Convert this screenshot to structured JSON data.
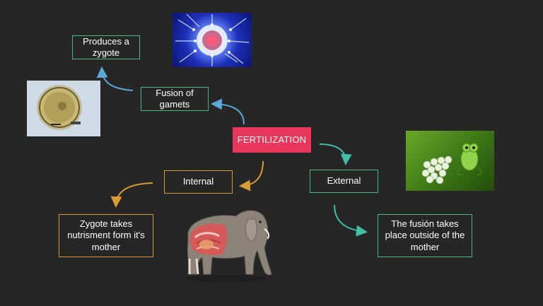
{
  "center": {
    "label": "FERTILIZATION"
  },
  "boxes": {
    "produces_zygote": "Produces a zygote",
    "fusion_gamets": "Fusion of gamets",
    "internal": "Internal",
    "external": "External",
    "zygote_nutrisment": "Zygote takes nutrisment form it's mother",
    "fusion_outside": "The fusión takes place outside of the mother"
  },
  "images": {
    "sperm_egg": "sperm-egg-photo",
    "zygote_cell": "zygote-microscope-photo",
    "frog_eggs": "frog-with-eggs-photo",
    "elephant": "elephant-anatomy-photo"
  },
  "colors": {
    "background": "#262626",
    "center_fill": "#e8375a",
    "green_border": "#4fb58a",
    "orange_border": "#d99b33",
    "blue_arrow": "#5aa9d6",
    "teal_arrow": "#3fbfa8"
  }
}
